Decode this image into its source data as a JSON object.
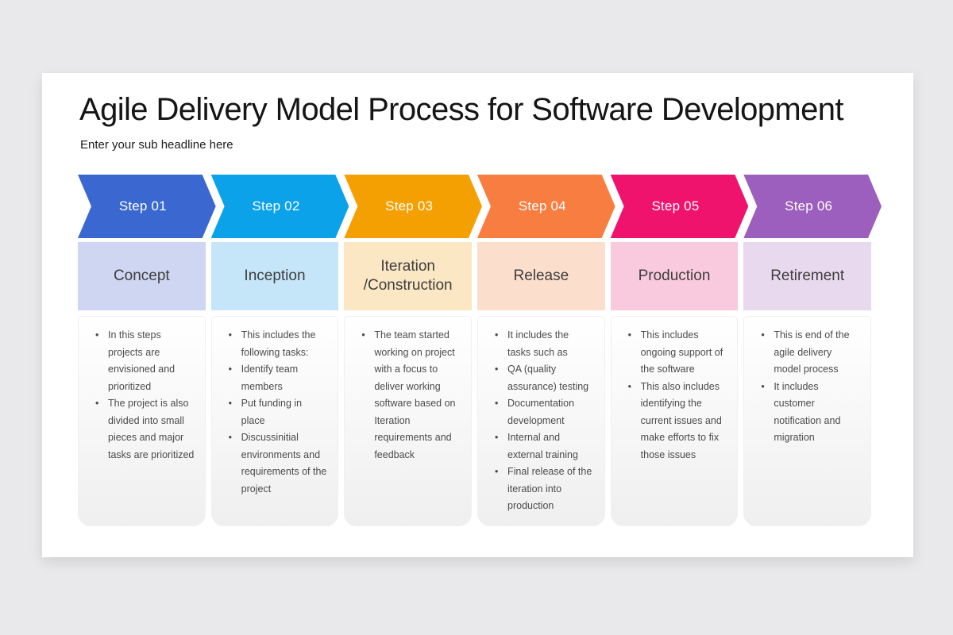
{
  "page": {
    "title": "Agile Delivery Model Process for Software Development",
    "subtitle": "Enter your sub headline here"
  },
  "steps": [
    {
      "label": "Step 01",
      "phase": "Concept",
      "arrow_color": "#3b68d0",
      "phase_bg": "#ced6f1",
      "bullets": [
        "In this steps projects are envisioned and prioritized",
        "The project is also divided into small pieces and major tasks are prioritized"
      ]
    },
    {
      "label": "Step 02",
      "phase": "Inception",
      "arrow_color": "#0ba2ea",
      "phase_bg": "#c5e5f9",
      "bullets": [
        "This includes the following tasks:",
        "Identify team members",
        "Put funding in place",
        "Discussinitial environments and requirements of the project"
      ]
    },
    {
      "label": "Step 03",
      "phase": "Iteration /Construction",
      "arrow_color": "#f5a002",
      "phase_bg": "#fbe7c4",
      "bullets": [
        "The team started working on project with a focus to deliver working software based on Iteration requirements and feedback"
      ]
    },
    {
      "label": "Step 04",
      "phase": "Release",
      "arrow_color": "#f87d41",
      "phase_bg": "#fbdecb",
      "bullets": [
        "It includes the tasks such as",
        "QA (quality assurance) testing",
        "Documentation development",
        "Internal and external training",
        "Final release of the iteration into production"
      ]
    },
    {
      "label": "Step 05",
      "phase": "Production",
      "arrow_color": "#f0136e",
      "phase_bg": "#f9c9dd",
      "bullets": [
        "This includes ongoing support of the software",
        "This also includes identifying the current issues and make efforts to fix those issues"
      ]
    },
    {
      "label": "Step 06",
      "phase": "Retirement",
      "arrow_color": "#9c5fbd",
      "phase_bg": "#e8d9ef",
      "bullets": [
        "This is end of the agile delivery model process",
        "It includes customer notification and migration"
      ]
    }
  ]
}
